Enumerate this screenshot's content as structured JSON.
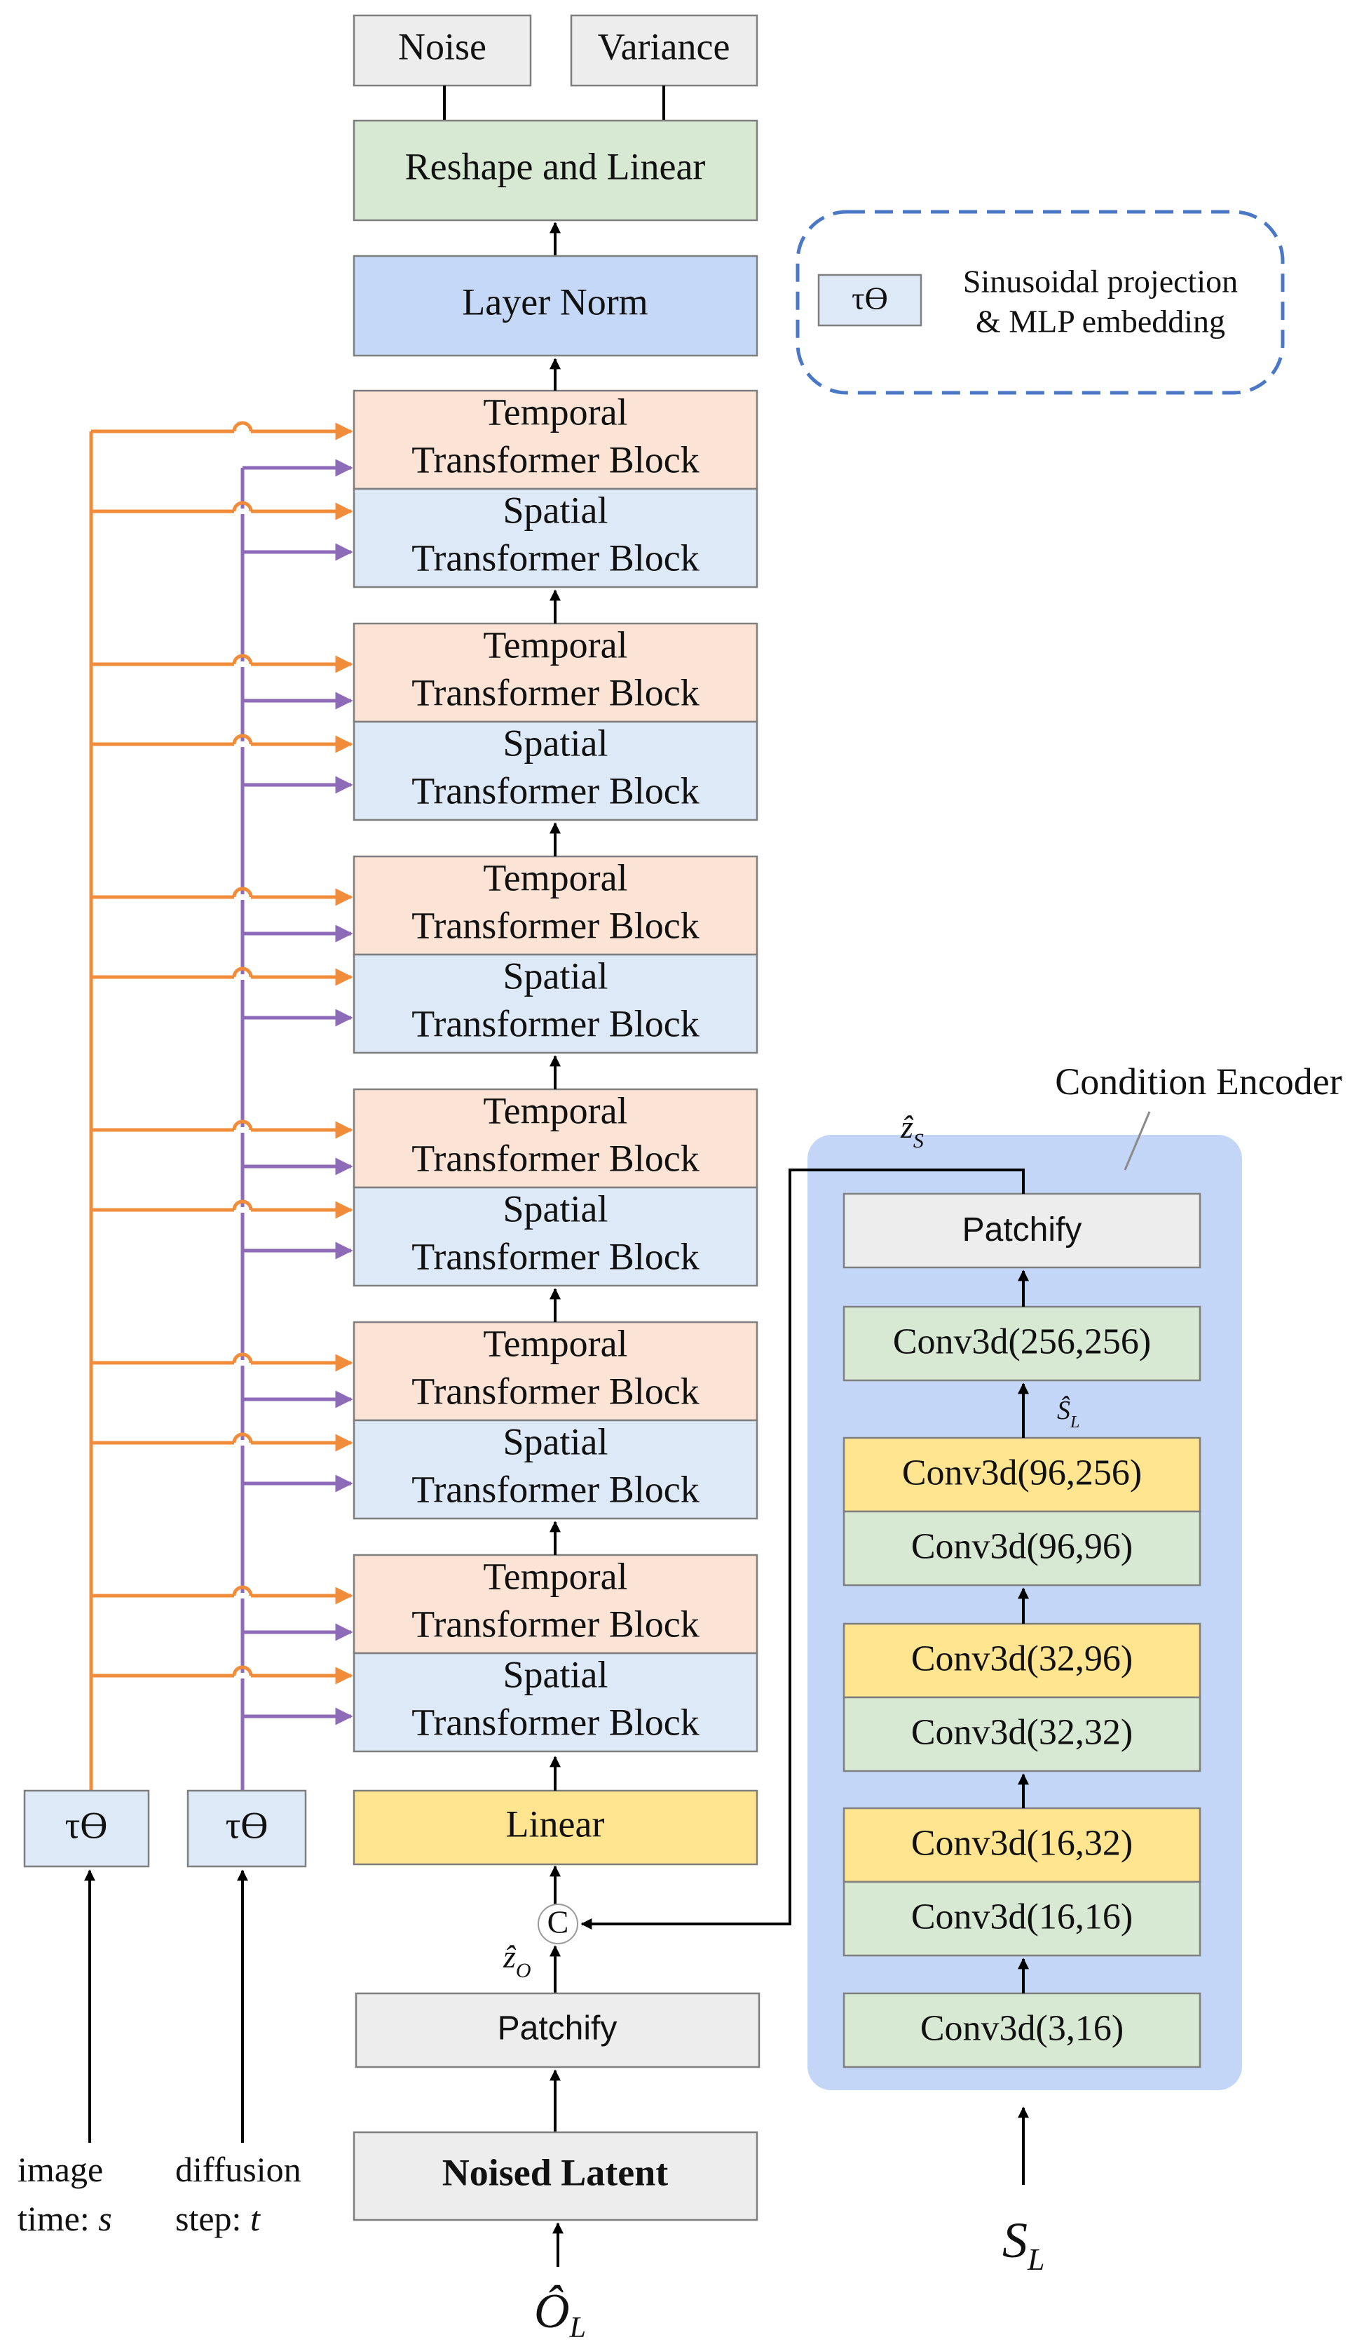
{
  "colors": {
    "orange": "#F08C3A",
    "purple": "#8E6BB8",
    "temporal_fill": "#FBE3D5",
    "spatial_fill": "#DDE9F6",
    "green_fill": "#D7E8D3",
    "yellow_fill": "#FFE58F",
    "gray_fill": "#EDEDED",
    "blue_fill": "#C5D8F8",
    "encoder_panel": "#C3D6F7",
    "legend_border": "#4A78C6"
  },
  "outputs": {
    "noise": "Noise",
    "variance": "Variance"
  },
  "top": {
    "reshape": "Reshape and Linear",
    "layer_norm": "Layer Norm"
  },
  "legend": {
    "symbol": "τϴ",
    "line1": "Sinusoidal projection",
    "line2": "& MLP embedding"
  },
  "blocks": [
    {
      "temporal": [
        "Temporal",
        "Transformer Block"
      ],
      "spatial": [
        "Spatial",
        "Transformer Block"
      ]
    },
    {
      "temporal": [
        "Temporal",
        "Transformer Block"
      ],
      "spatial": [
        "Spatial",
        "Transformer Block"
      ]
    },
    {
      "temporal": [
        "Temporal",
        "Transformer Block"
      ],
      "spatial": [
        "Spatial",
        "Transformer Block"
      ]
    },
    {
      "temporal": [
        "Temporal",
        "Transformer Block"
      ],
      "spatial": [
        "Spatial",
        "Transformer Block"
      ]
    },
    {
      "temporal": [
        "Temporal",
        "Transformer Block"
      ],
      "spatial": [
        "Spatial",
        "Transformer Block"
      ]
    },
    {
      "temporal": [
        "Temporal",
        "Transformer Block"
      ],
      "spatial": [
        "Spatial",
        "Transformer Block"
      ]
    }
  ],
  "bottom": {
    "linear": "Linear",
    "concat": "C",
    "z_o": "ẑ",
    "z_o_sub": "O",
    "patchify": "Patchify",
    "noised_latent": "Noised Latent",
    "o_hat": "Ô",
    "o_hat_sub": "L"
  },
  "embedders": {
    "left_symbol": "τϴ",
    "right_symbol": "τϴ",
    "image_time_1": "image",
    "image_time_2": "time: ",
    "image_time_var": "s",
    "diffusion_1": "diffusion",
    "diffusion_2": "step: ",
    "diffusion_var": "t"
  },
  "encoder": {
    "title": "Condition Encoder",
    "z_s": "ẑ",
    "z_s_sub": "S",
    "s_hat": "Ŝ",
    "s_hat_sub": "L",
    "input": "S",
    "input_sub": "L",
    "layers": [
      "Patchify",
      "Conv3d(256,256)",
      "Conv3d(96,256)",
      "Conv3d(96,96)",
      "Conv3d(32,96)",
      "Conv3d(32,32)",
      "Conv3d(16,32)",
      "Conv3d(16,16)",
      "Conv3d(3,16)"
    ]
  }
}
